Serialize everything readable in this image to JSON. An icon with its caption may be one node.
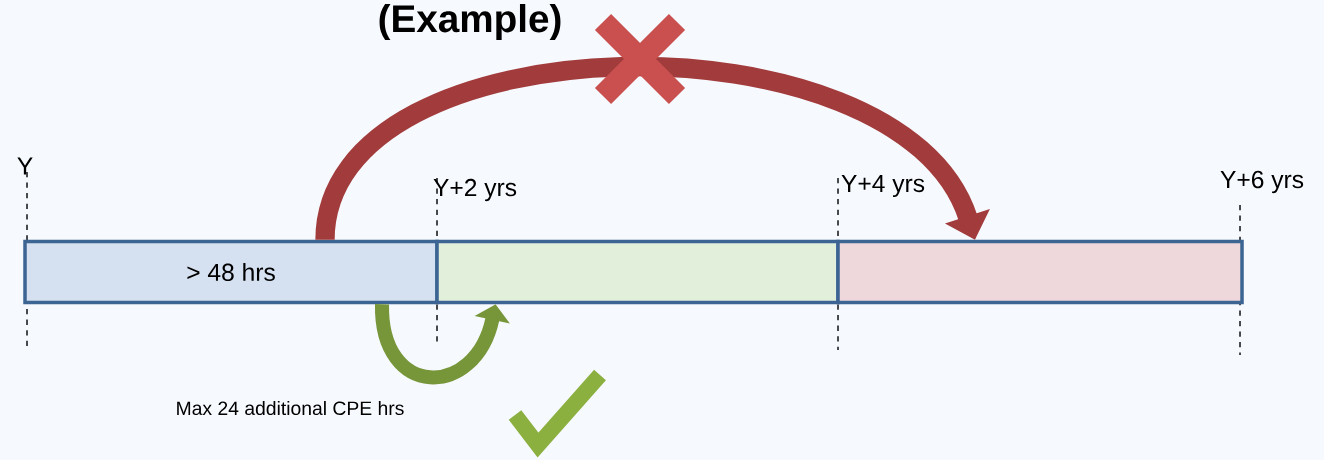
{
  "diagram": {
    "title": "(Example)",
    "nodes": [
      {
        "text": [
          "> 48 hrs"
        ]
      },
      {
        "text": [],
        "shape": "bar"
      },
      {
        "text": [],
        "shape": "bar"
      }
    ],
    "edges": [
      {
        "from": 0,
        "to": 2,
        "arrow": "to",
        "color": "#a23b3b"
      },
      {
        "from": 0,
        "to": 1,
        "arrow": "to",
        "color": "#77963a"
      }
    ],
    "labels": [
      "Y",
      "Y+2 yrs",
      "Y+4 yrs",
      "Y+6 yrs",
      "Max 24 additional CPE hrs"
    ]
  }
}
